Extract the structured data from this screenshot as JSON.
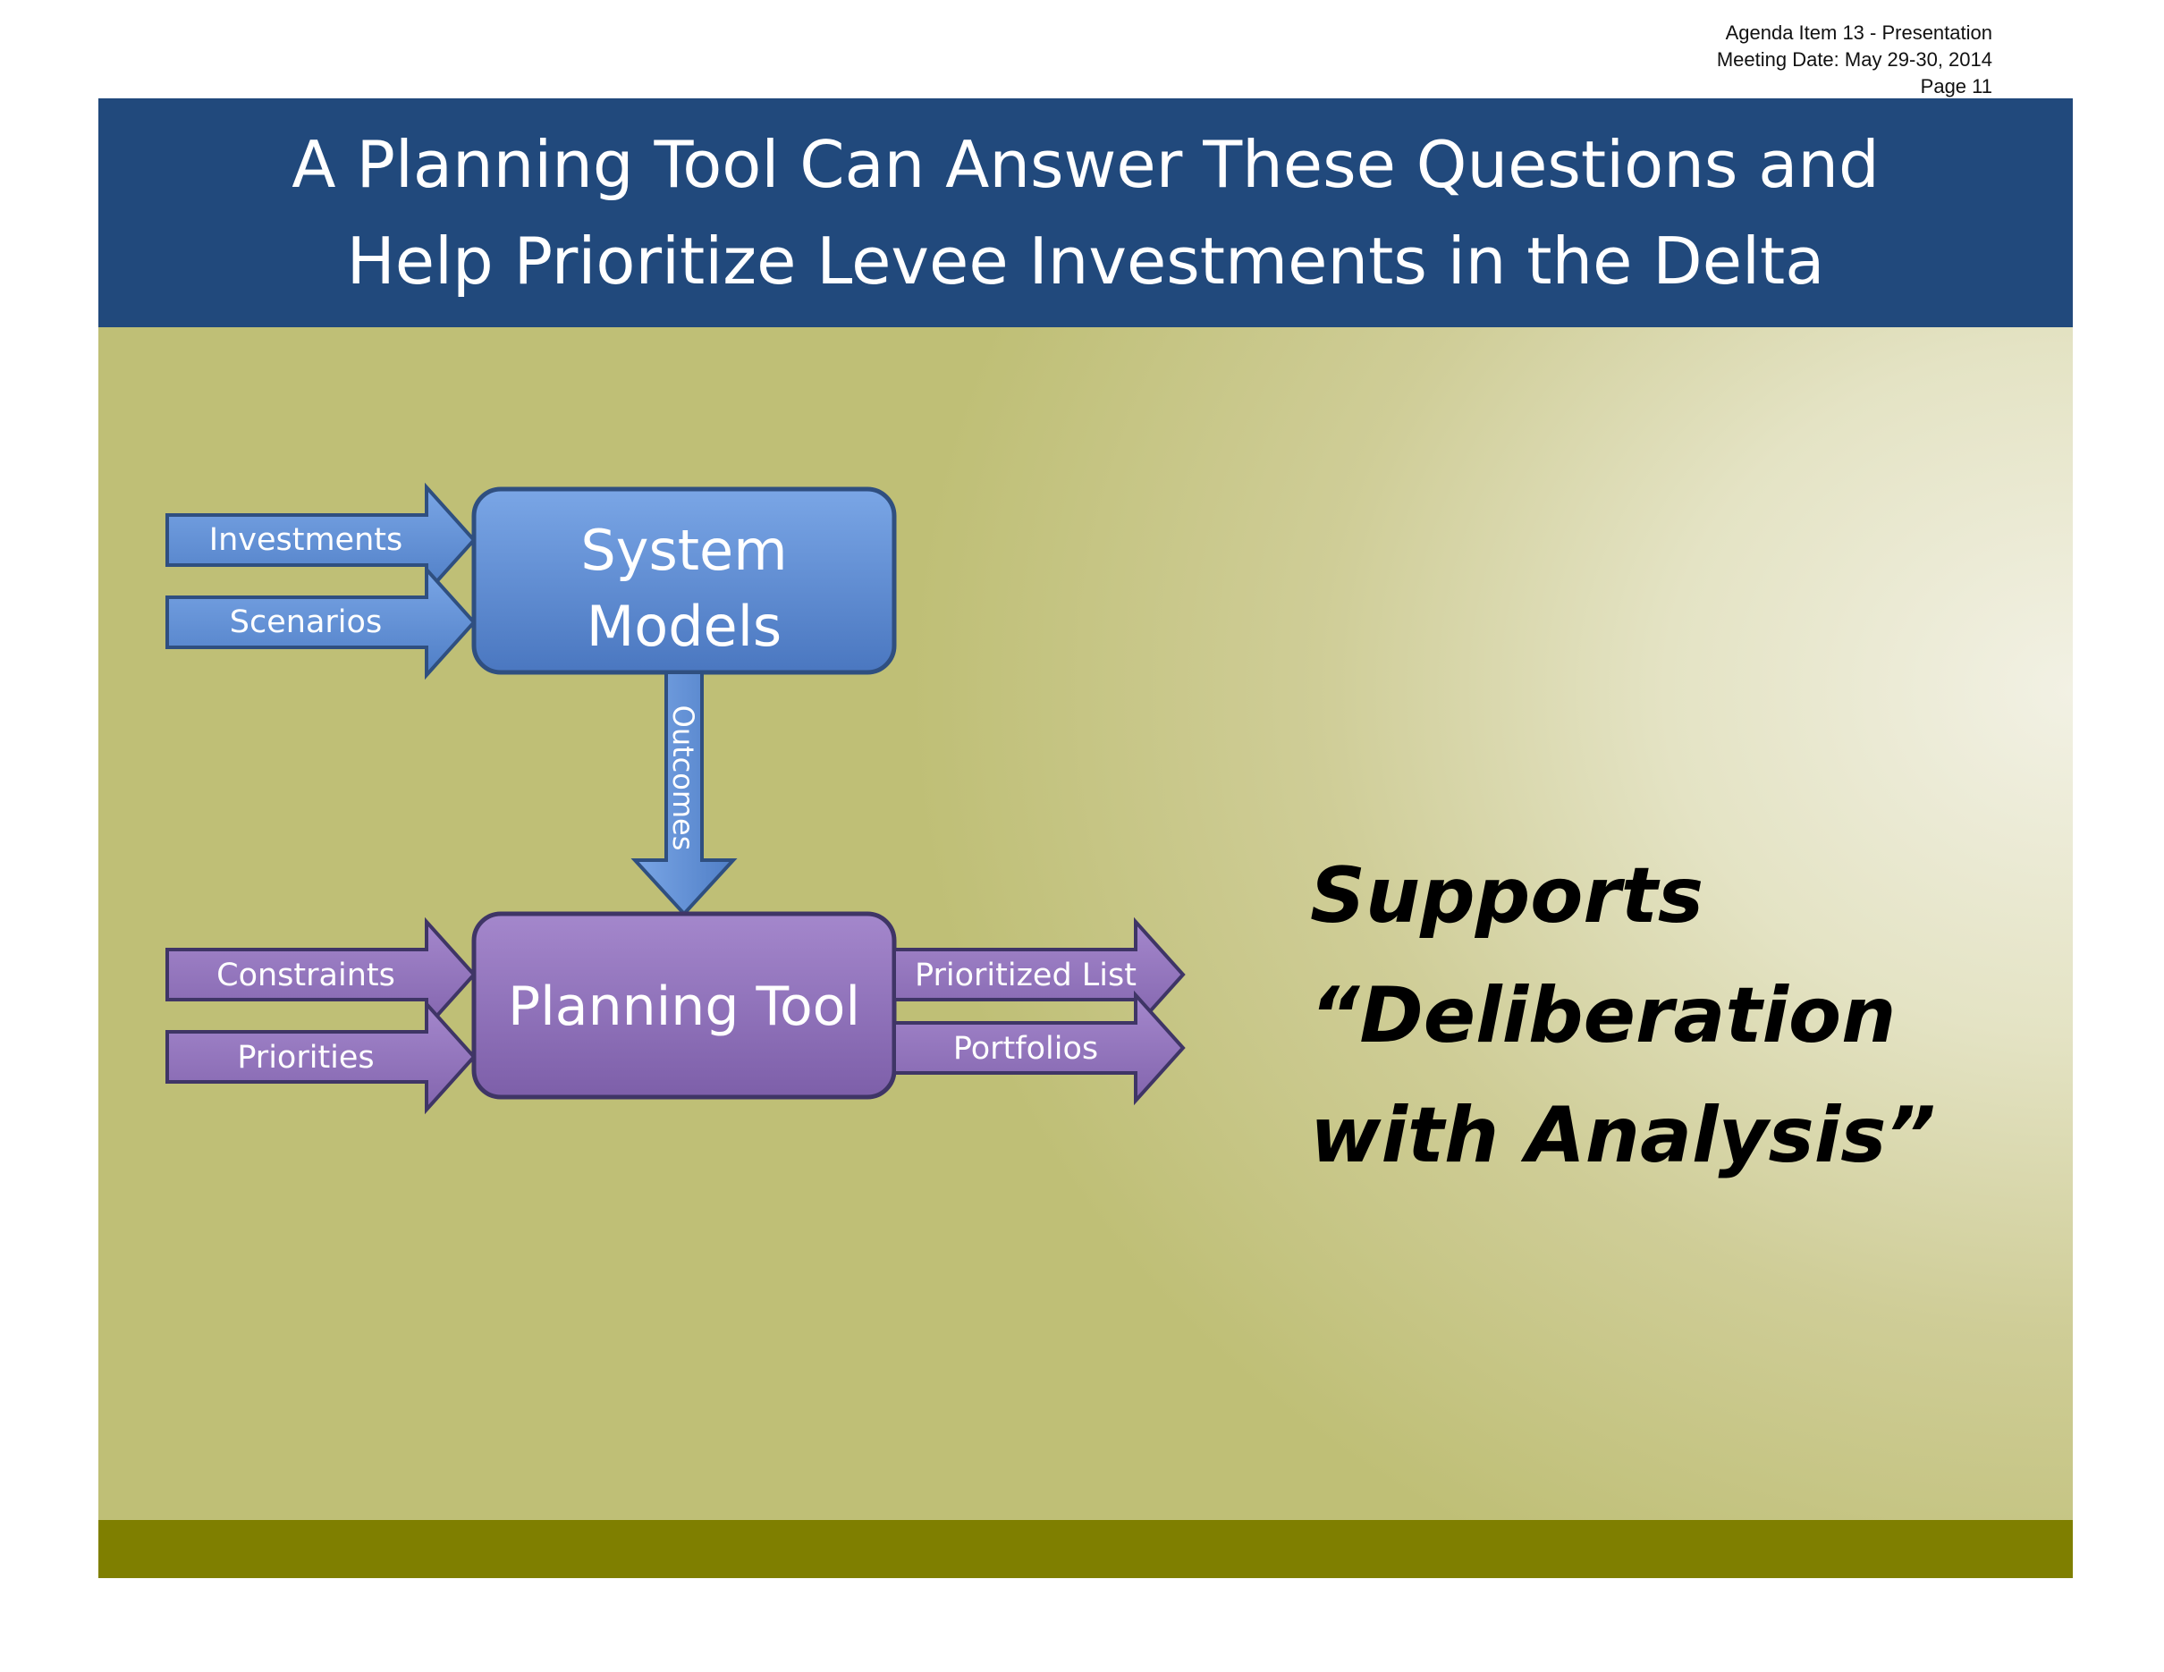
{
  "page_header": {
    "line1": "Agenda Item 13 - Presentation",
    "line2": "Meeting Date:  May 29-30, 2014",
    "line3": "Page 11"
  },
  "slide": {
    "title_line1": "A Planning Tool Can Answer These Questions and",
    "title_line2": "Help Prioritize Levee Investments in the Delta",
    "callout": {
      "line1": "Supports",
      "line2": "“Deliberation",
      "line3": "with Analysis”"
    }
  },
  "diagram": {
    "system_models_line1": "System",
    "system_models_line2": "Models",
    "planning_tool": "Planning Tool",
    "inputs_top": [
      "Investments",
      "Scenarios"
    ],
    "connector": "Outcomes",
    "inputs_bottom": [
      "Constraints",
      "Priorities"
    ],
    "outputs": [
      "Prioritized List",
      "Portfolios"
    ]
  },
  "colors": {
    "title_bar": "#21497c",
    "footer_band": "#7f7f00",
    "blue_box": "#5b8ad0",
    "purple_box": "#8b6bb5"
  }
}
